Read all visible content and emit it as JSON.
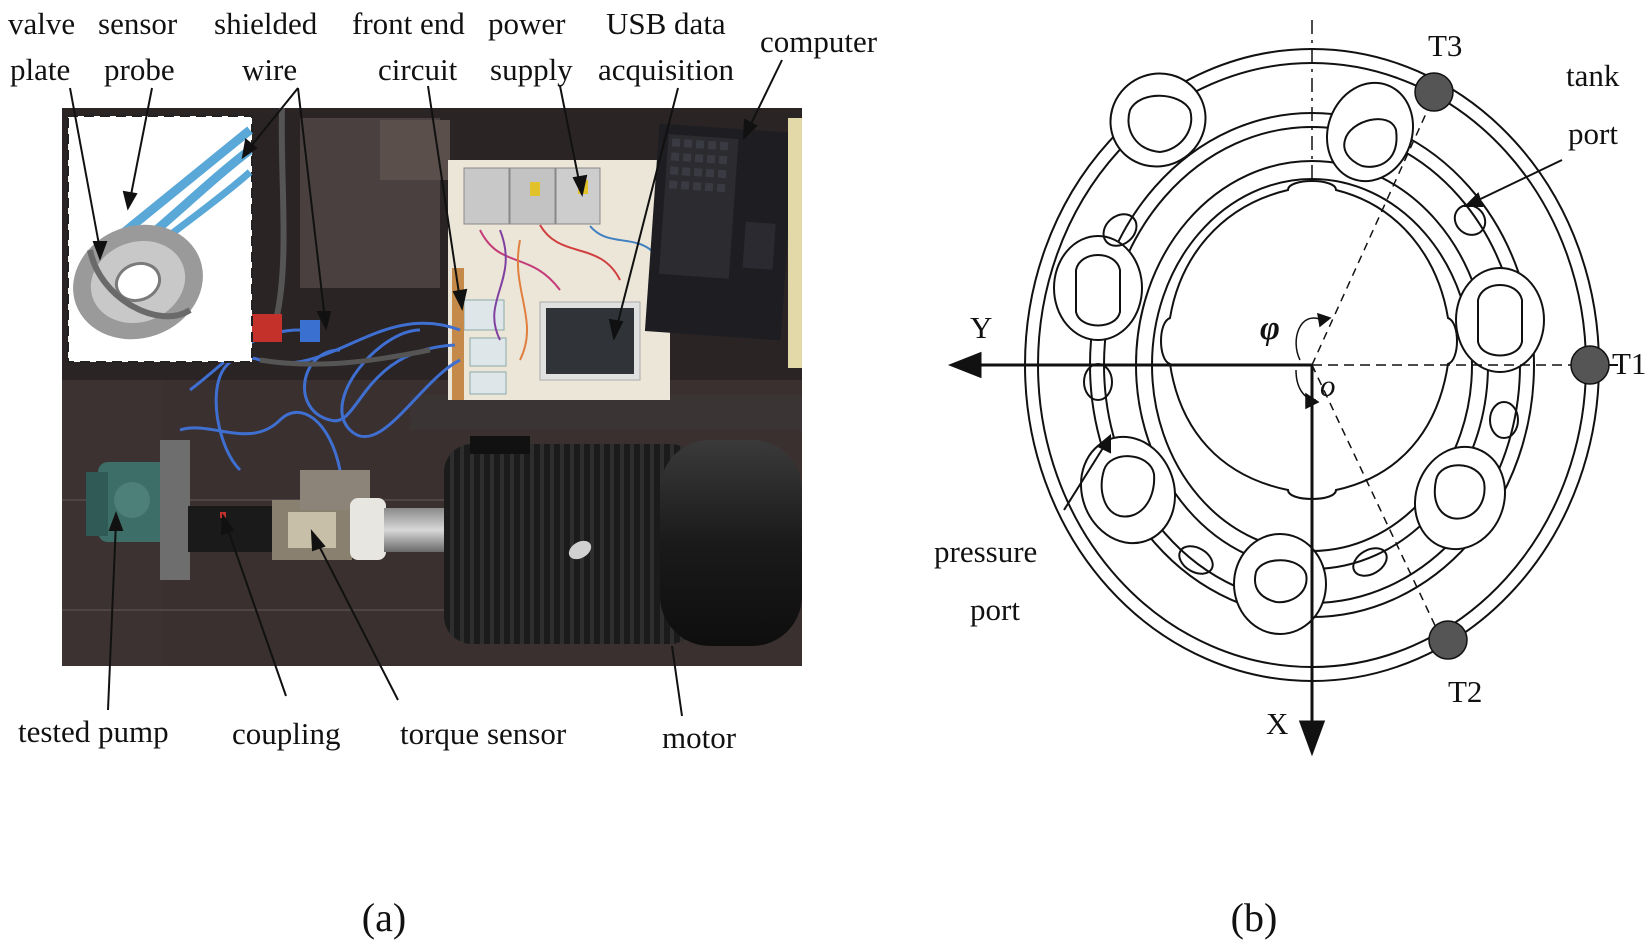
{
  "panel_a": {
    "caption": "(a)",
    "labels": {
      "valve_plate_1": "valve",
      "valve_plate_2": "plate",
      "sensor_probe_1": "sensor",
      "sensor_probe_2": "probe",
      "shielded_wire_1": "shielded",
      "shielded_wire_2": "wire",
      "front_end_1": "front end",
      "front_end_2": "circuit",
      "power_supply_1": "power",
      "power_supply_2": "supply",
      "usb_1": "USB data",
      "usb_2": "acquisition",
      "computer": "computer",
      "tested_pump": "tested pump",
      "coupling": "coupling",
      "torque_sensor": "torque sensor",
      "motor": "motor"
    }
  },
  "panel_b": {
    "caption": "(b)",
    "labels": {
      "t1": "T1",
      "t2": "T2",
      "t3": "T3",
      "tank_1": "tank",
      "tank_2": "port",
      "pressure_1": "pressure",
      "pressure_2": "port",
      "axis_x": "X",
      "axis_y": "Y",
      "phi": "φ",
      "origin": "o"
    }
  },
  "colors": {
    "photo_dark": "#2a2424",
    "bench_floor": "#3a3030",
    "motor_black": "#1a1a1a",
    "laptop": "#1e1e22",
    "board": "#ece6d8",
    "wire_blue": "#3f6fd1",
    "sensor_gray": "#555555",
    "line": "#111111"
  }
}
